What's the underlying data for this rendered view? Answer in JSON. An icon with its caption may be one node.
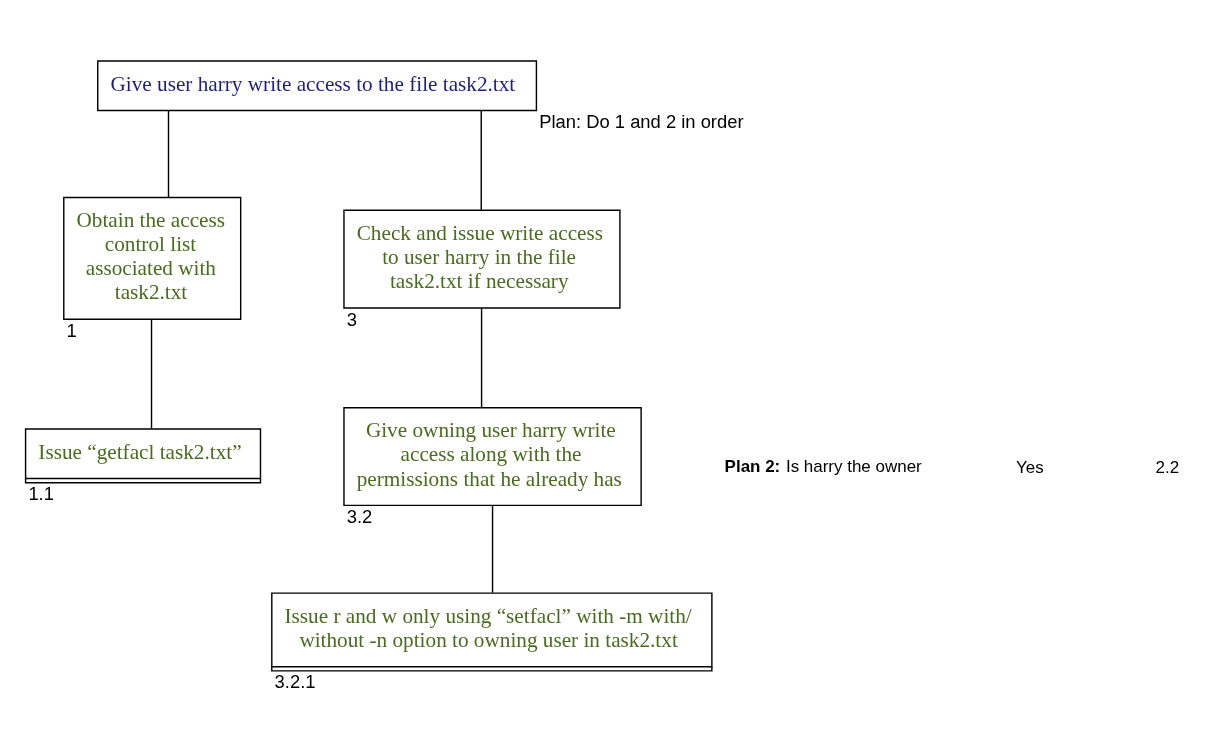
{
  "diagram": {
    "nodes": [
      {
        "text": [
          "Give user harry write access to the file task2.txt"
        ],
        "beside": [
          "Plan: Do 1 and 2 in order"
        ]
      },
      {
        "text": [
          "Obtain the access control list associated with task2.txt"
        ],
        "beside": [
          "1"
        ]
      },
      {
        "text": [
          "Check and issue write access to user harry in the file task2.txt if necessary"
        ],
        "beside": [
          "3"
        ]
      },
      {
        "text": [
          "Issue “getfacl task2.txt”"
        ],
        "beside": [
          "1.1"
        ]
      },
      {
        "text": [
          "Give owning user harry write access along with the permissions that he already has"
        ],
        "beside": [
          "3.2"
        ]
      },
      {
        "text": [
          "Issue r and w only using “setfacl” with -m with/ without -n option to owning user in task2.txt"
        ],
        "beside": [
          "3.2.1"
        ]
      }
    ],
    "edges": [
      {
        "from": 0,
        "to": 1,
        "arrow": "none"
      },
      {
        "from": 0,
        "to": 2,
        "arrow": "none"
      },
      {
        "from": 1,
        "to": 3,
        "arrow": "none"
      },
      {
        "from": 2,
        "to": 4,
        "arrow": "none"
      },
      {
        "from": 4,
        "to": 5,
        "arrow": "none"
      }
    ],
    "labels": [
      "**Plan 2:** Is harry the owner",
      "Yes",
      "2.2"
    ]
  }
}
